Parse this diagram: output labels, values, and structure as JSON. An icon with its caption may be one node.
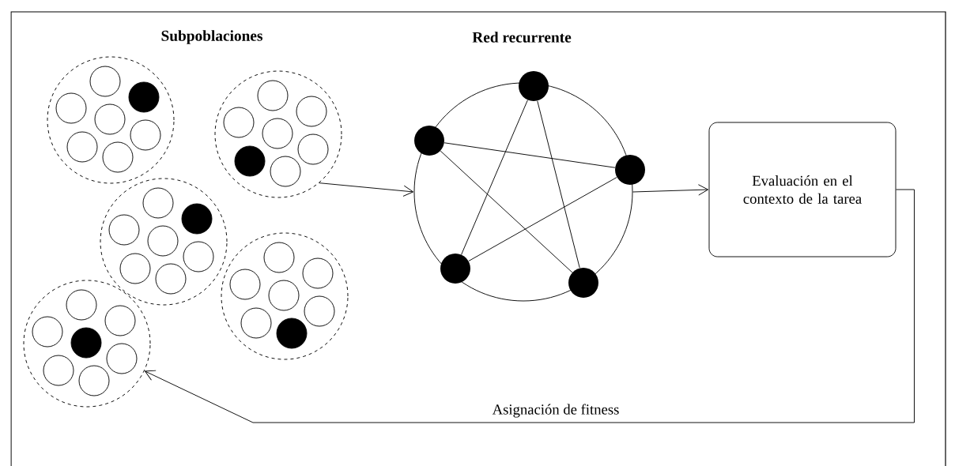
{
  "diagram": {
    "nodes": [
      {
        "text": [],
        "shape": "circle"
      },
      {
        "text": [],
        "shape": "circle"
      },
      {
        "text": [],
        "shape": "circle"
      },
      {
        "text": [],
        "shape": "circle"
      },
      {
        "text": [],
        "shape": "circle"
      },
      {
        "text": [],
        "shape": "circle"
      },
      {
        "text": [],
        "shape": "circle",
        "in": 5
      },
      {
        "text": [],
        "shape": "circle",
        "in": 5
      },
      {
        "text": [],
        "shape": "circle",
        "in": 5
      },
      {
        "text": [],
        "shape": "circle",
        "in": 5
      },
      {
        "text": [],
        "shape": "circle",
        "in": 5
      },
      {
        "text": [
          "Evaluación en el contexto de la tarea"
        ]
      }
    ],
    "edges": [
      {
        "from": 1,
        "to": 5,
        "arrow": "to"
      },
      {
        "from": 5,
        "to": 11,
        "arrow": "to"
      },
      {
        "from": 11,
        "to": 4,
        "arrow": "to",
        "label": "Asignación de fitness"
      },
      {
        "from": 7,
        "to": 8,
        "arrow": "none"
      },
      {
        "from": 7,
        "to": 10,
        "arrow": "none"
      },
      {
        "from": 6,
        "to": 9,
        "arrow": "none"
      },
      {
        "from": 6,
        "to": 10,
        "arrow": "none"
      },
      {
        "from": 9,
        "to": 8,
        "arrow": "none"
      }
    ],
    "labels": [
      "Subpoblaciones",
      "Red recurrente"
    ]
  }
}
